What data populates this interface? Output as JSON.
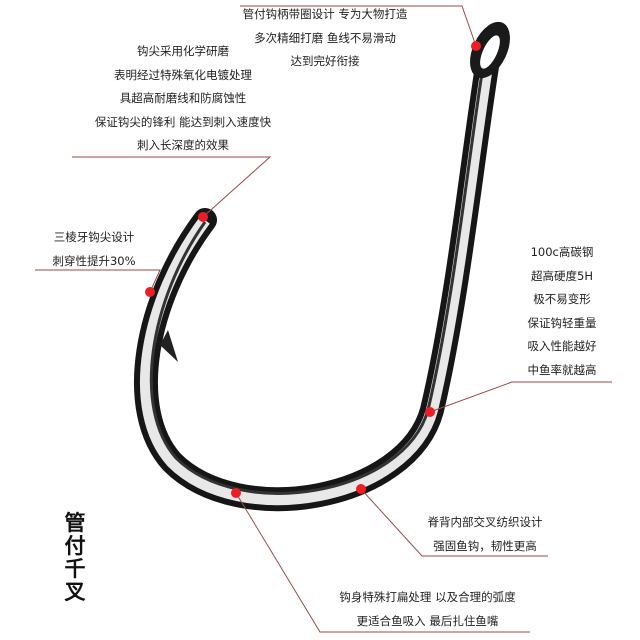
{
  "annotations": {
    "eye": [
      "管付钩柄带圈设计  专为大物打造",
      "多次精细打磨  鱼线不易滑动",
      "达到完好衔接"
    ],
    "tip": [
      "钩尖采用化学研磨",
      "表明经过特殊氧化电镀处理",
      "具超高耐磨线和防腐蚀性",
      "保证钩尖的锋利 能达到刺入速度快",
      "刺入长深度的效果"
    ],
    "barb": [
      "三棱牙钩尖设计",
      "刺穿性提升30%"
    ],
    "steel": [
      "100c高碳钢",
      "超高硬度5H",
      "极不易变形",
      "保证钩轻重量",
      "吸入性能越好",
      "中鱼率就越高"
    ],
    "spine": [
      "脊背内部交叉纺织设计",
      "强固鱼钩，韧性更高"
    ],
    "body": [
      "钩身特殊打扁处理  以及合理的弧度",
      "更适合鱼吸入  最后扎住鱼嘴"
    ]
  },
  "brand": {
    "logo_text": "管付千叉"
  },
  "colors": {
    "marker": "#ee1c25",
    "leader": "#9a4a4a",
    "hook": "#111111"
  }
}
